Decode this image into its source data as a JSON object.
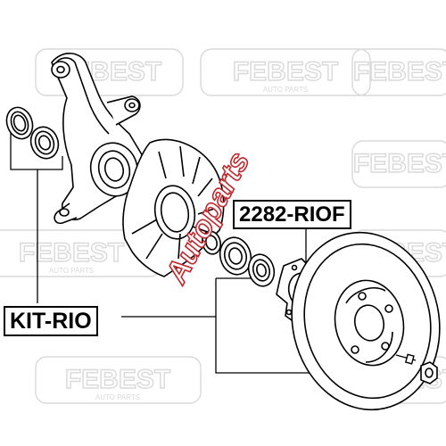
{
  "watermark": {
    "brand": "FEBEST",
    "tagline": "AUTO PARTS"
  },
  "overlay_watermark": "Autoparts",
  "labels": {
    "kit": "KIT-RIO",
    "hub": "2282-RIOF"
  },
  "colors": {
    "line": "#000000",
    "watermark": "#d9d9d9",
    "overlay": "#c0282d"
  }
}
